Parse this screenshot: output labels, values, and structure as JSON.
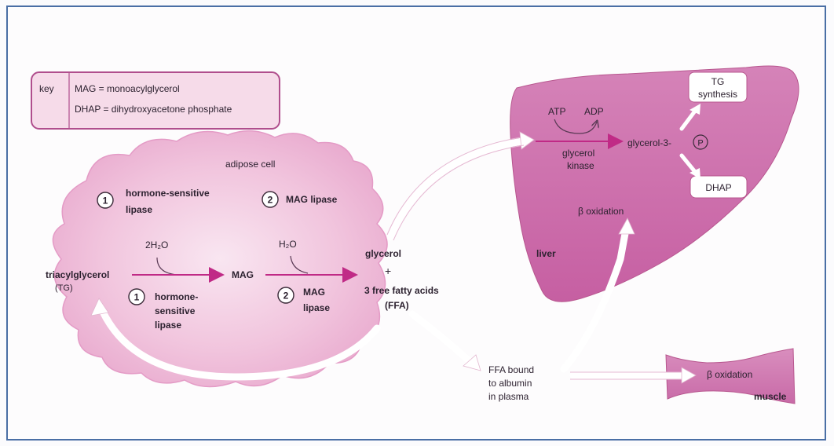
{
  "key": {
    "label": "key",
    "line1": "MAG = monoacylglycerol",
    "line2": "DHAP = dihydroxyacetone phosphate"
  },
  "adipose": {
    "title": "adipose cell",
    "enzyme1_num": "1",
    "enzyme1_line1": "hormone-sensitive",
    "enzyme1_line2": "lipase",
    "enzyme2_num": "2",
    "enzyme2_label": "MAG lipase",
    "water1": "2H₂O",
    "water2": "H₂O",
    "tg_line1": "triacylglycerol",
    "tg_line2": "(TG)",
    "mag": "MAG",
    "step1_num": "1",
    "step1_line1": "hormone-",
    "step1_line2": "sensitive",
    "step1_line3": "lipase",
    "step2_num": "2",
    "step2_line1": "MAG",
    "step2_line2": "lipase",
    "glycerol": "glycerol",
    "plus": "+",
    "ffa_line1": "3 free fatty acids",
    "ffa_line2": "(FFA)"
  },
  "liver": {
    "atp": "ATP",
    "adp": "ADP",
    "kinase_line1": "glycerol",
    "kinase_line2": "kinase",
    "g3p": "glycerol-3-",
    "p": "P",
    "tg_line1": "TG",
    "tg_line2": "synthesis",
    "dhap": "DHAP",
    "beta": "β oxidation",
    "label": "liver"
  },
  "plasma": {
    "line1": "FFA bound",
    "line2": "to albumin",
    "line3": "in plasma"
  },
  "muscle": {
    "beta": "β oxidation",
    "label": "muscle"
  },
  "colors": {
    "pink_light": "#f3c8df",
    "pink_mid": "#e0a0c8",
    "liver": "#cc6fab",
    "arrow_magenta": "#c02a86",
    "arrow_white": "#ffffff"
  }
}
